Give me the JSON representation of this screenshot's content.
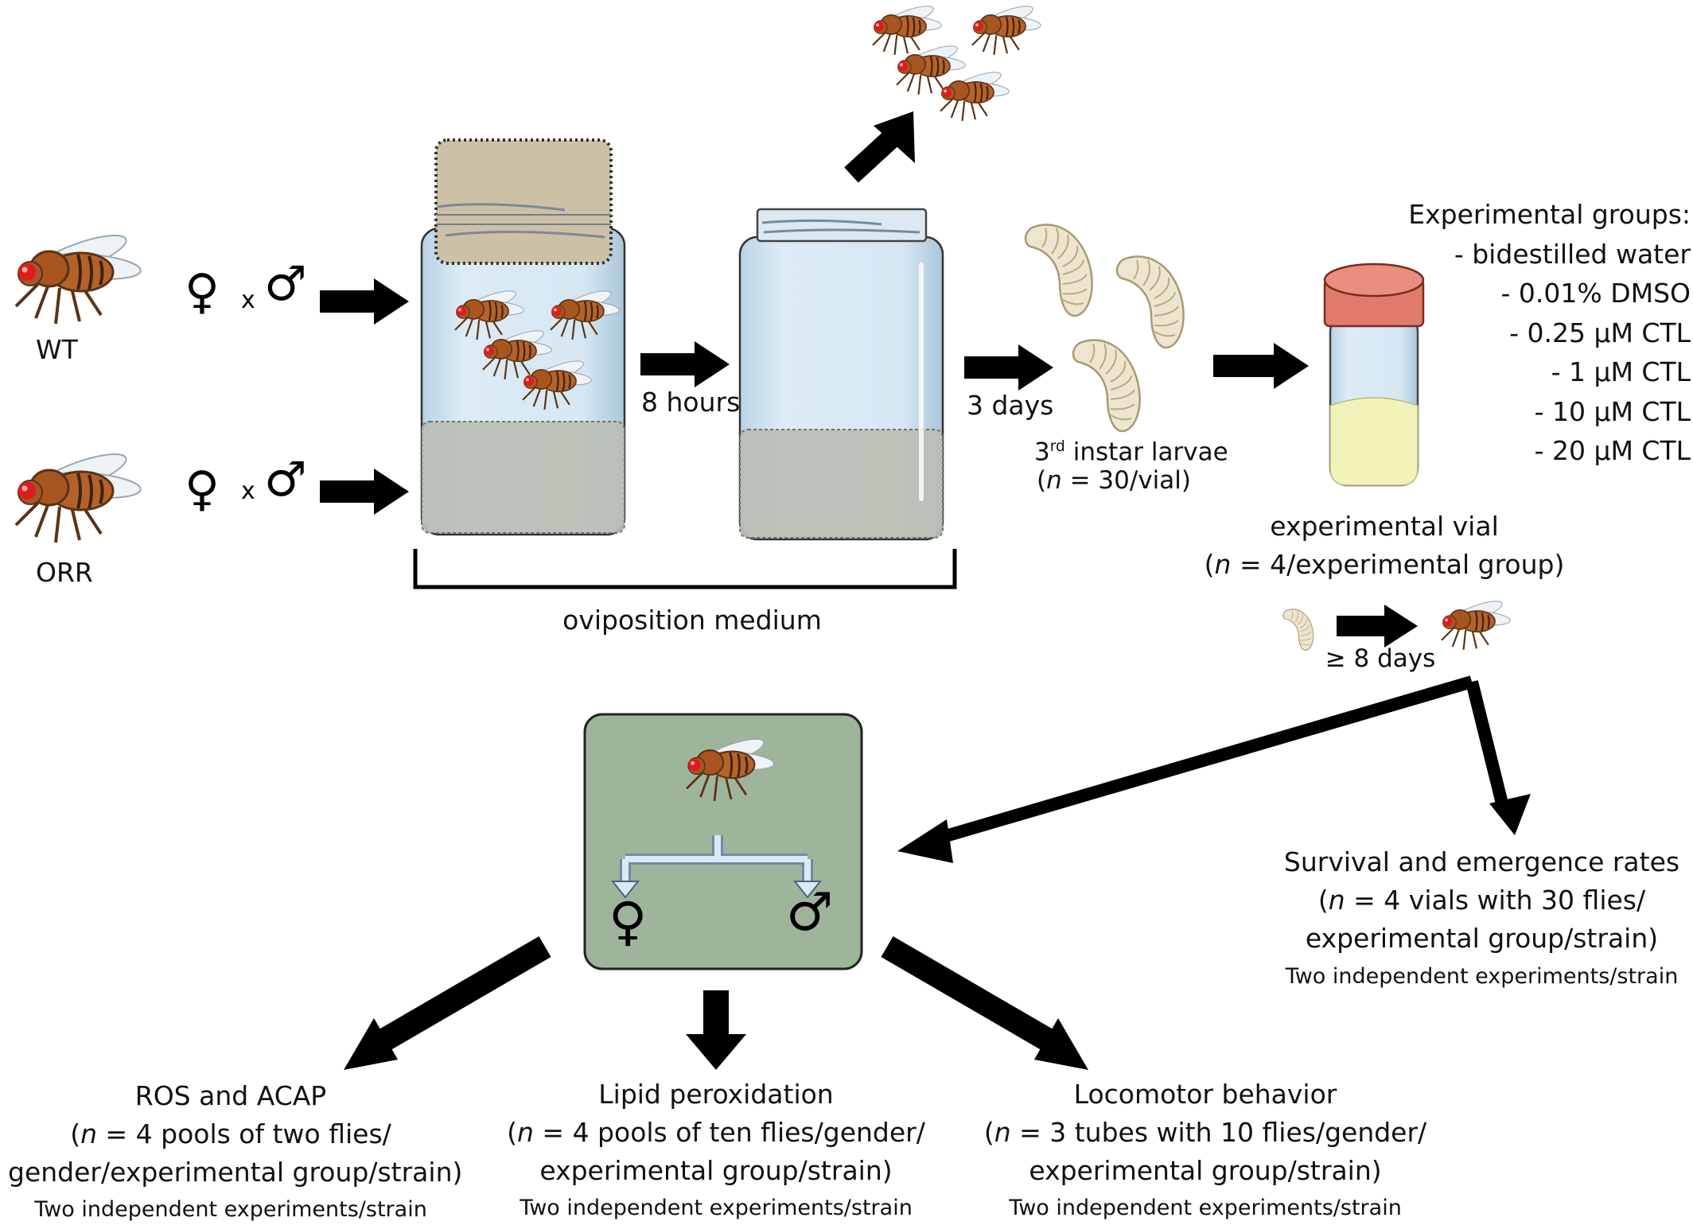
{
  "strains": {
    "wt": "WT",
    "orr": "ORR"
  },
  "cross": {
    "female": "♀",
    "times": "x",
    "male": "♂"
  },
  "timing": {
    "eight_hours": "8 hours",
    "three_days": "3 days",
    "eight_days": "≥ 8 days"
  },
  "larvae": {
    "stage_num": "3",
    "stage_sup": "rd",
    "stage_rest": " instar larvae",
    "n_prefix": "(",
    "n_italic": "n",
    "n_rest": " = 30/vial)"
  },
  "oviposition": "oviposition medium",
  "groups": {
    "title": "Experimental groups:",
    "items": [
      "- bidestilled water",
      "- 0.01% DMSO",
      "- 0.25 µM CTL",
      "- 1 µM CTL",
      "- 10 µM CTL",
      "- 20 µM CTL"
    ]
  },
  "vial": {
    "title": "experimental vial",
    "n_prefix": "(",
    "n_italic": "n",
    "n_rest": " = 4/experimental group)"
  },
  "sex_split": {
    "female": "♀",
    "male": "♂"
  },
  "survival": {
    "title": "Survival and emergence rates",
    "line2_prefix": "(",
    "line2_italic": "n",
    "line2_rest": " = 4 vials with 30 flies/",
    "line3": "experimental group/strain)",
    "note": "Two independent experiments/strain"
  },
  "ros": {
    "title": "ROS and ACAP",
    "line2_prefix": "(",
    "line2_italic": "n",
    "line2_rest": " = 4 pools of two flies/",
    "line3": "gender/experimental group/strain)",
    "note": "Two independent experiments/strain"
  },
  "lipid": {
    "title": "Lipid peroxidation",
    "line2_prefix": "(",
    "line2_italic": "n",
    "line2_rest": " = 4 pools of ten flies/gender/",
    "line3": "experimental group/strain)",
    "note": "Two independent experiments/strain"
  },
  "locomotor": {
    "title": "Locomotor behavior",
    "line2_prefix": "(",
    "line2_italic": "n",
    "line2_rest": " = 3 tubes with 10 flies/gender/",
    "line3": "experimental group/strain)",
    "note": "Two independent experiments/strain"
  }
}
